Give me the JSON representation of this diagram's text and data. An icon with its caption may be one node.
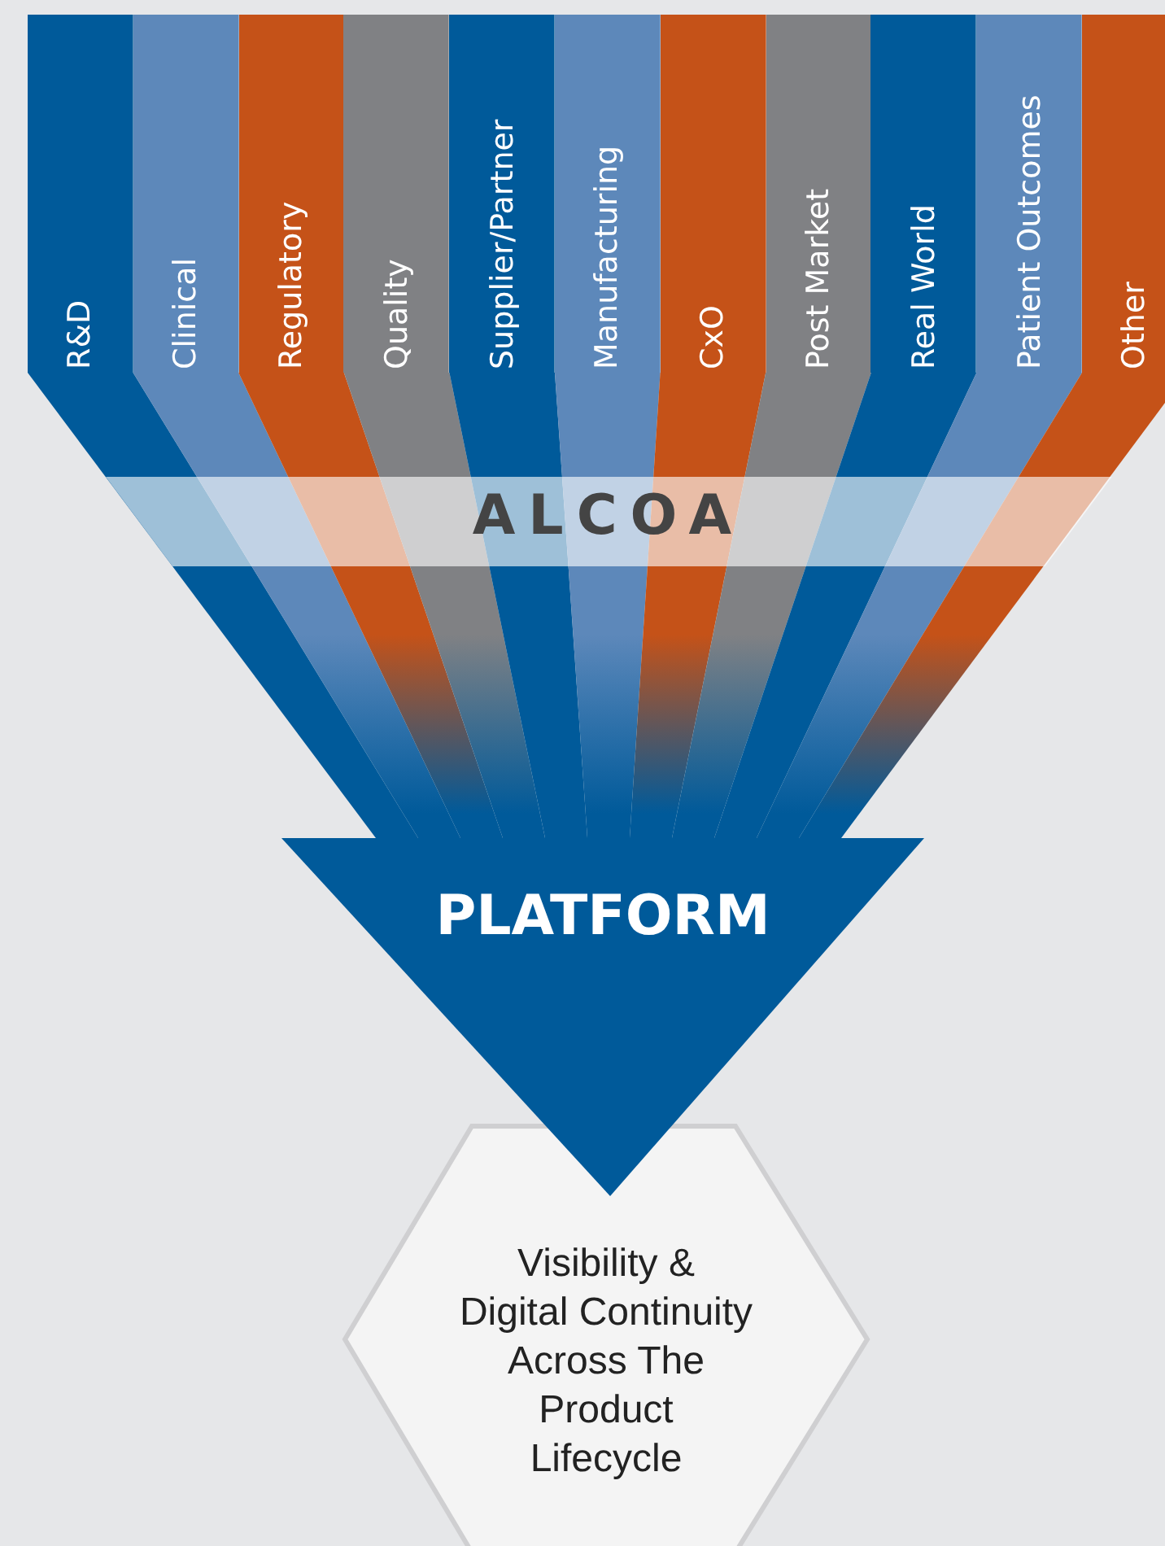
{
  "diagram": {
    "nodes": [
      {
        "text": [
          "R&D"
        ]
      },
      {
        "text": [
          "Clinical"
        ]
      },
      {
        "text": [
          "Regulatory"
        ]
      },
      {
        "text": [
          "Quality"
        ]
      },
      {
        "text": [
          "Supplier/Partner"
        ]
      },
      {
        "text": [
          "Manufacturing"
        ]
      },
      {
        "text": [
          "CxO"
        ]
      },
      {
        "text": [
          "Post Market"
        ]
      },
      {
        "text": [
          "Real World"
        ]
      },
      {
        "text": [
          "Patient Outcomes"
        ]
      },
      {
        "text": [
          "Other"
        ]
      },
      {
        "text": [
          "ALCOA"
        ]
      },
      {
        "text": [
          "PLATFORM"
        ]
      },
      {
        "text": [
          "Visibility & Digital Continuity Across The Product Lifecycle"
        ]
      }
    ]
  }
}
